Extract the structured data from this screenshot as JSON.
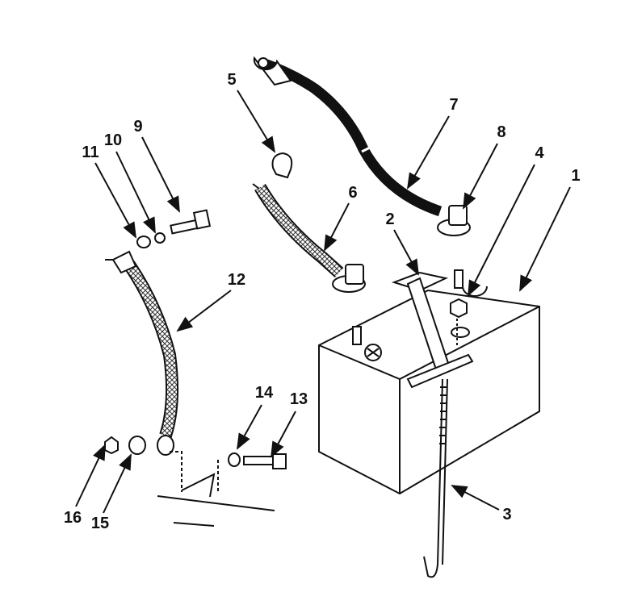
{
  "diagram": {
    "type": "exploded-parts-view",
    "callouts": [
      {
        "label": "1"
      },
      {
        "label": "2"
      },
      {
        "label": "3"
      },
      {
        "label": "4"
      },
      {
        "label": "5"
      },
      {
        "label": "6"
      },
      {
        "label": "7"
      },
      {
        "label": "8"
      },
      {
        "label": "9"
      },
      {
        "label": "10"
      },
      {
        "label": "11"
      },
      {
        "label": "12"
      },
      {
        "label": "13"
      },
      {
        "label": "14"
      },
      {
        "label": "15"
      },
      {
        "label": "16"
      }
    ]
  }
}
